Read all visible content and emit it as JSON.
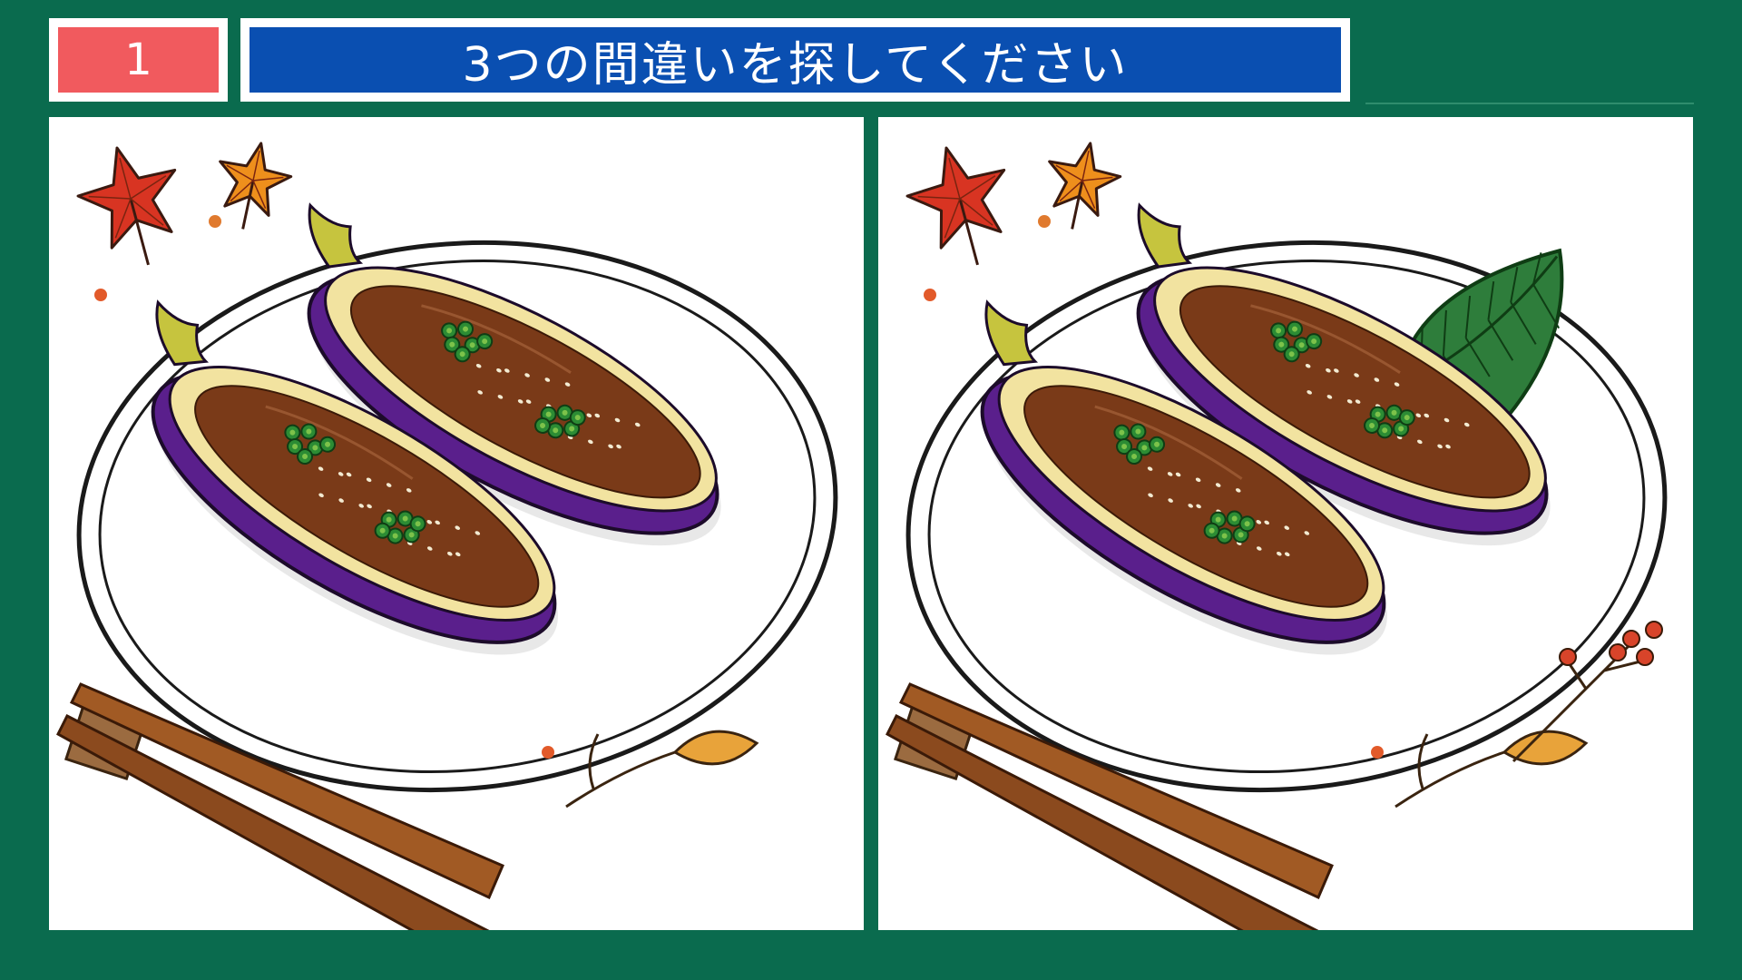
{
  "header": {
    "puzzle_number": "1",
    "instruction": "3つの間違いを探してください"
  },
  "panels": [
    {
      "id": "left",
      "shiso_leaf": false,
      "berry_sprig": false,
      "leaf_colors": [
        "#d83422",
        "#ee8f1c"
      ]
    },
    {
      "id": "right",
      "shiso_leaf": true,
      "berry_sprig": true,
      "leaf_colors": [
        "#d83422",
        "#ee8f1c"
      ]
    }
  ],
  "colors": {
    "background": "#0a6b4e",
    "number_badge": "#f15a5e",
    "title_bar": "#0a4fb1",
    "eggplant_skin": "#5a1f8c",
    "miso": "#7a3a18",
    "green_onion": "#2c8c34",
    "chopsticks": "#8b4a1e"
  }
}
